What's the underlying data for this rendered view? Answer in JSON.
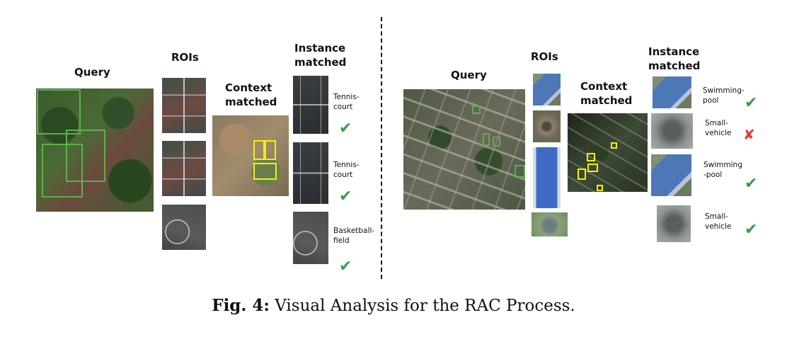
{
  "left": {
    "query_title": "Query",
    "rois_title": "ROIs",
    "context_title_1": "Context",
    "context_title_2": "matched",
    "instance_title_1": "Instance",
    "instance_title_2": "matched",
    "results": [
      {
        "label_1": "Tennis-",
        "label_2": "court",
        "status": "correct",
        "mark": "✔"
      },
      {
        "label_1": "Tennis-",
        "label_2": "court",
        "status": "correct",
        "mark": "✔"
      },
      {
        "label_1": "Basketball-",
        "label_2": "field",
        "status": "correct",
        "mark": "✔"
      }
    ]
  },
  "right": {
    "query_title": "Query",
    "rois_title": "ROIs",
    "context_title_1": "Context",
    "context_title_2": "matched",
    "instance_title_1": "Instance",
    "instance_title_2": "matched",
    "results": [
      {
        "label_1": "Swimming-",
        "label_2": "pool",
        "status": "correct",
        "mark": "✔"
      },
      {
        "label_1": "Small-",
        "label_2": "vehicle",
        "status": "incorrect",
        "mark": "✘"
      },
      {
        "label_1": "Swimming",
        "label_2": "-pool",
        "status": "correct",
        "mark": "✔"
      },
      {
        "label_1": "Small-",
        "label_2": "vehicle",
        "status": "correct",
        "mark": "✔"
      }
    ]
  },
  "caption": {
    "prefix": "Fig. 4:",
    "text": "Visual Analysis for the RAC Process."
  },
  "colors": {
    "correct": "#3f9a4a",
    "incorrect": "#e53935",
    "roi_box": "#5db04a",
    "context_box": "#f6f000"
  }
}
